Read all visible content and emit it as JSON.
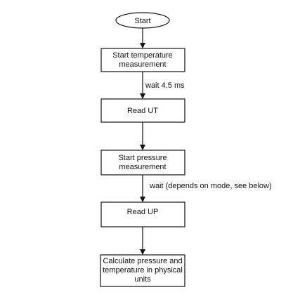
{
  "flowchart": {
    "start": "Start",
    "steps": [
      {
        "lines": [
          "Start temperature",
          "measurement"
        ]
      },
      {
        "lines": [
          "Read UT"
        ]
      },
      {
        "lines": [
          "Start pressure",
          "measurement"
        ]
      },
      {
        "lines": [
          "Read UP"
        ]
      },
      {
        "lines": [
          "Calculate pressure and",
          "temperature in physical",
          "units"
        ]
      }
    ],
    "edge_labels": {
      "wait_temp": "wait 4.5 ms",
      "wait_pressure": "wait (depends on mode, see below)"
    }
  }
}
